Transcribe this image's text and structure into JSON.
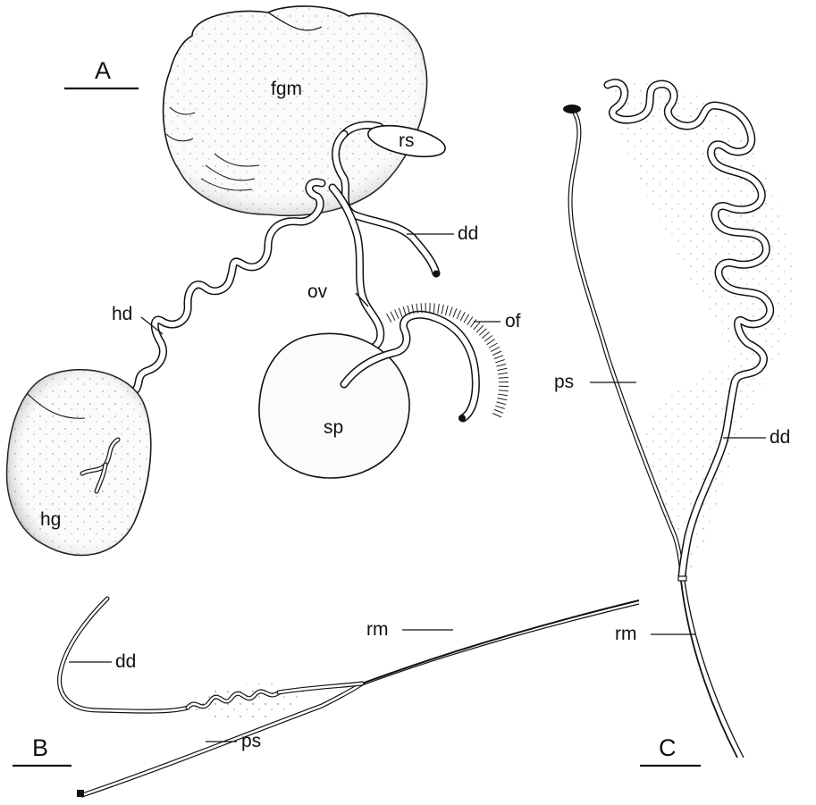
{
  "panels": [
    {
      "id": "A",
      "labels": {
        "fgm": "fgm",
        "rs": "rs",
        "dd": "dd",
        "ov": "ov",
        "of": "of",
        "hd": "hd",
        "sp": "sp",
        "hg": "hg"
      }
    },
    {
      "id": "B",
      "labels": {
        "rm": "rm",
        "dd": "dd",
        "ps": "ps"
      }
    },
    {
      "id": "C",
      "labels": {
        "ps": "ps",
        "dd": "dd",
        "rm": "rm"
      }
    }
  ]
}
